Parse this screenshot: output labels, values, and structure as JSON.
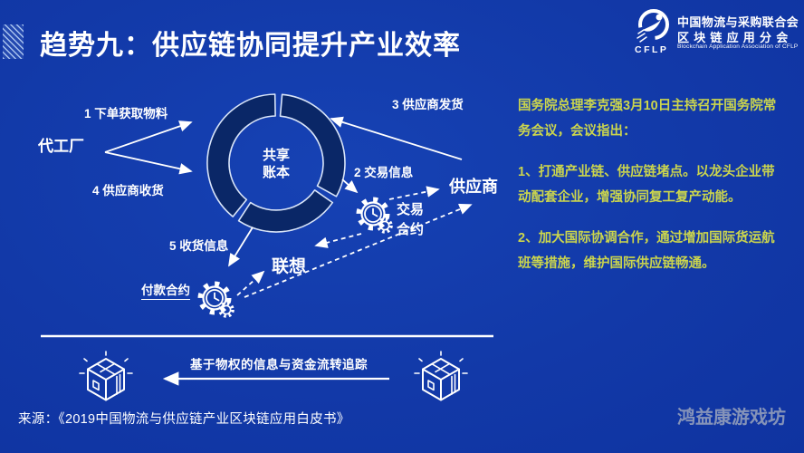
{
  "slide": {
    "title": "趋势九：供应链协同提升产业效率",
    "source": "来源：《2019中国物流与供应链产业区块链应用白皮书》",
    "watermark": "鸿益康游戏坊"
  },
  "logo": {
    "abbr": "CFLP",
    "name_cn": "中国物流与采购联合会",
    "branch_cn": "区块链应用分会",
    "name_en": "Blockchain Application Association of CFLP"
  },
  "diagram": {
    "ledger_line1": "共享",
    "ledger_line2": "账本",
    "factory": "代工厂",
    "supplier": "供应商",
    "buyer": "联想",
    "step1": "1 下单获取物料",
    "step2": "2 交易信息",
    "step3": "3 供应商发货",
    "step4": "4 供应商收货",
    "step5": "5 收货信息",
    "transaction_contract_line1": "交易",
    "transaction_contract_line2": "合约",
    "payment_contract": "付款合约",
    "flow_caption": "基于物权的信息与资金流转追踪"
  },
  "announcement": {
    "intro": "国务院总理李克强3月10日主持召开国务院常务会议，会议指出：",
    "point1": "1、打通产业链、供应链堵点。以龙头企业带动配套企业，增强协同复工复产动能。",
    "point2": "2、加大国际协调合作，通过增加国际货运航班等措施，维护国际供应链畅通。"
  },
  "colors": {
    "background": "#1239a8",
    "ring": "#0a2767",
    "accent_text": "#cbd54d"
  }
}
